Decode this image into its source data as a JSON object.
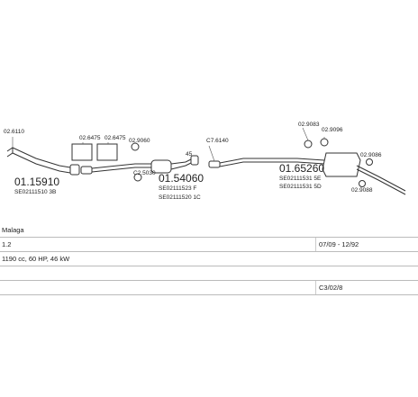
{
  "diagram": {
    "labels": {
      "p_02_6110": "02.6110",
      "p_01_15910": "01.15910",
      "p_se_15910": "SE02111510 3B",
      "p_02_6475_a": "02.6475",
      "p_02_6475_b": "02.6475",
      "p_02_9060": "02.9060",
      "p_c2_5030": "C2.5030",
      "p_01_54060": "01.54060",
      "p_se_54060_a": "SE02111523 F",
      "p_se_54060_b": "SE02111520 1C",
      "p_45": "45",
      "p_c7_6140": "C7.6140",
      "p_01_65260": "01.65260",
      "p_se_65260_a": "SE02111531 5E",
      "p_se_65260_b": "SE02111531 5D",
      "p_02_9083": "02.9083",
      "p_02_9096": "02.9096",
      "p_02_9086": "02.9086",
      "p_02_9088": "02.9088"
    }
  },
  "info": {
    "model": "Malaga",
    "engine": "1.2",
    "dates": "07/09 - 12/92",
    "power": "1190 cc, 60 HP, 46 kW",
    "code": "C3/02/8"
  }
}
